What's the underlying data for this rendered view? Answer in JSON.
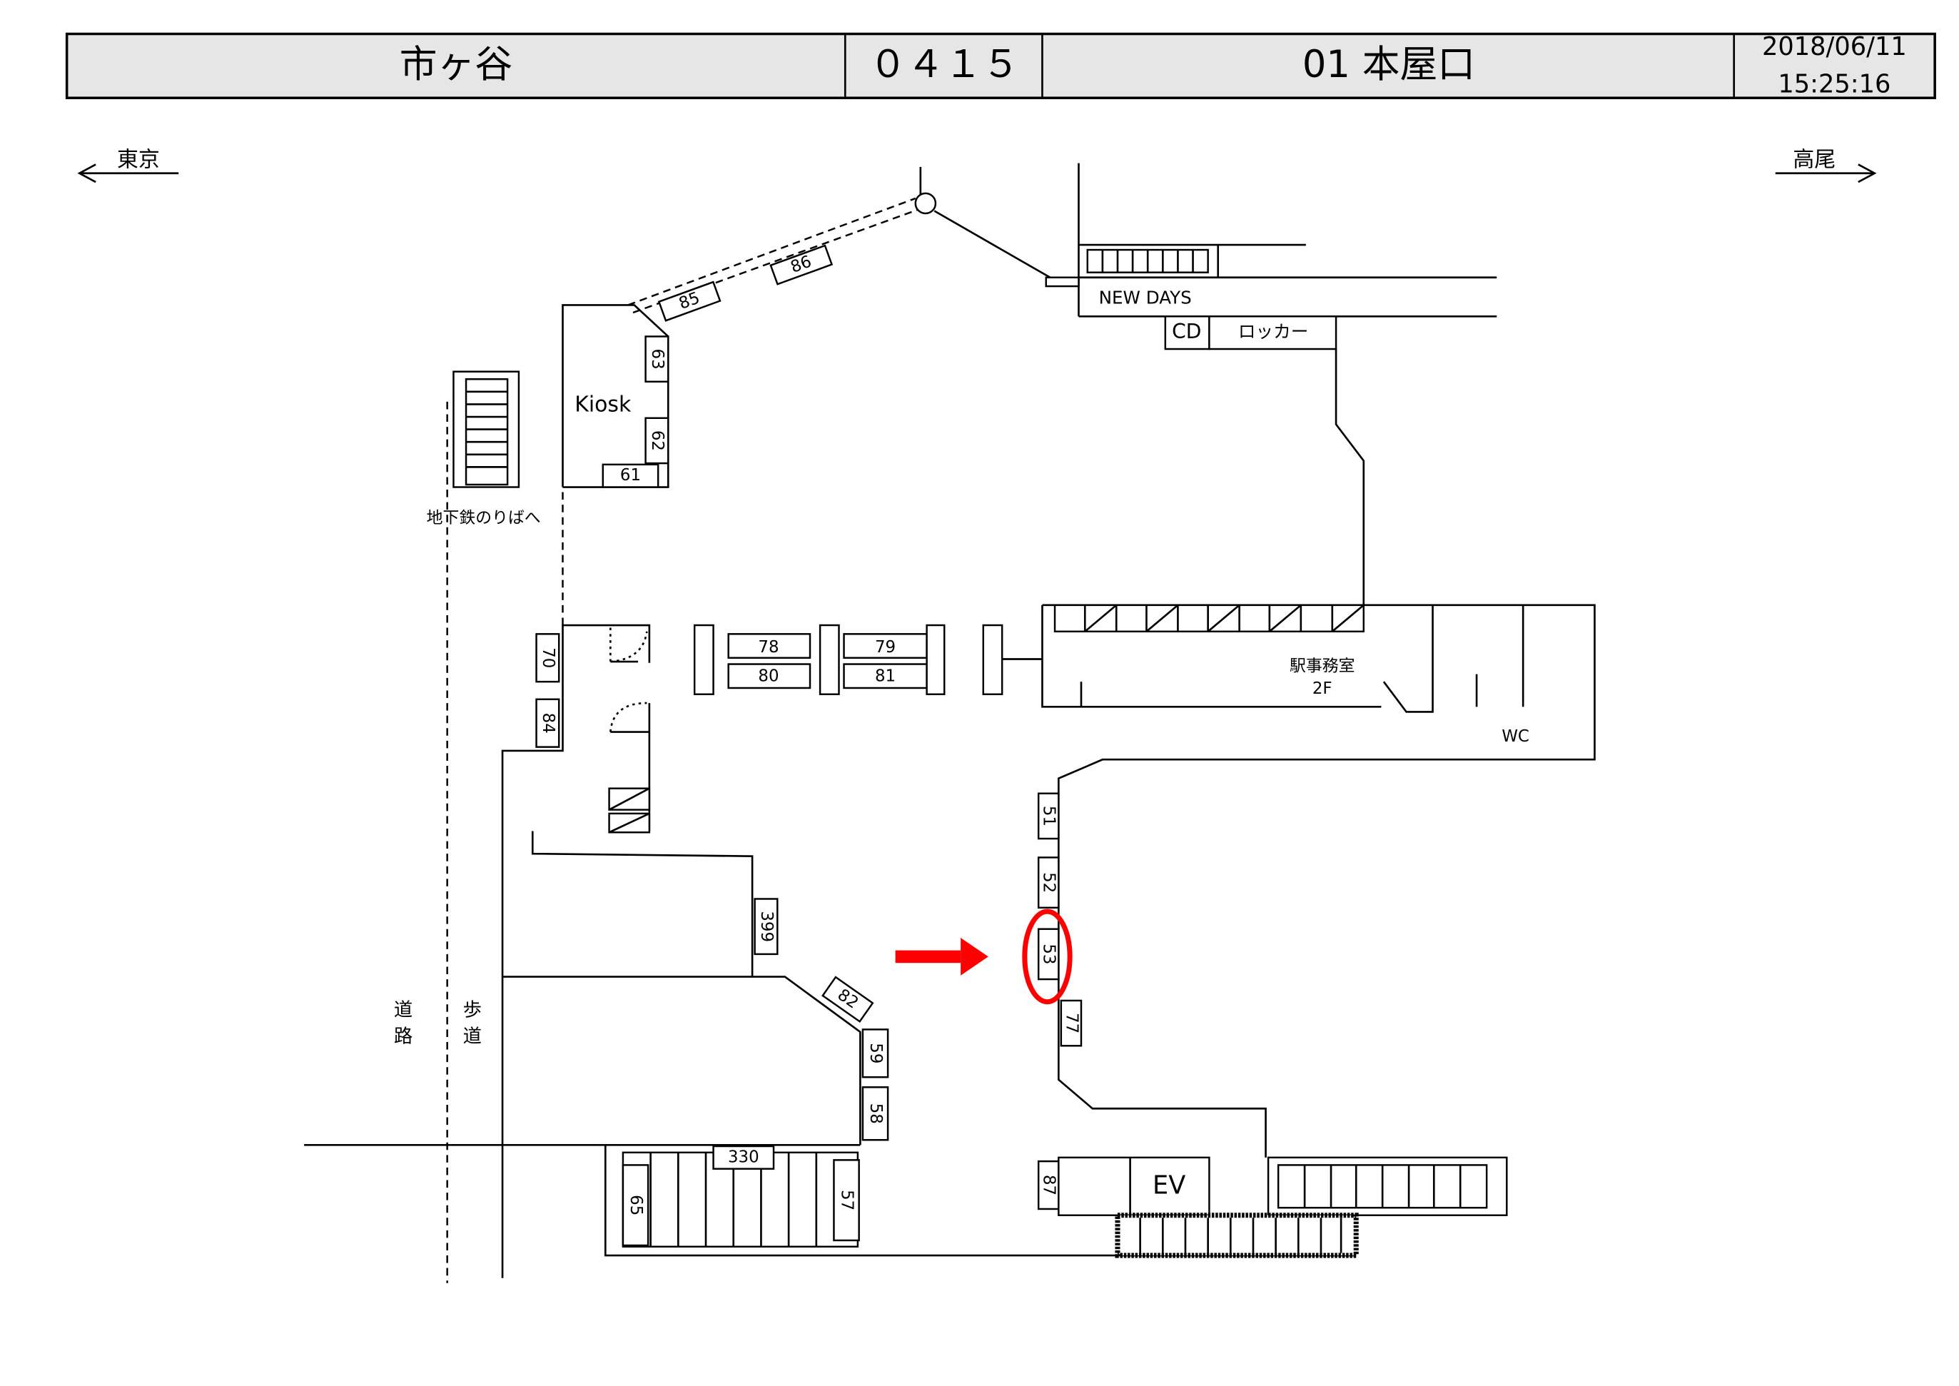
{
  "header": {
    "station": "市ヶ谷",
    "code": "０４１５",
    "exit": "01 本屋口",
    "date": "2018/06/11",
    "time": "15:25:16"
  },
  "directions": {
    "left": "東京",
    "right": "高尾"
  },
  "labels": {
    "kiosk": "Kiosk",
    "newdays": "NEW DAYS",
    "cd": "CD",
    "locker": "ロッカー",
    "subway": "地下鉄のりばへ",
    "office": "駅事務室",
    "office_floor": "2F",
    "wc": "WC",
    "ev": "EV",
    "road": [
      "道",
      "路"
    ],
    "sidewalk": [
      "歩",
      "道"
    ]
  },
  "boards": {
    "b85": "85",
    "b86": "86",
    "b63": "63",
    "b62": "62",
    "b61": "61",
    "b70": "70",
    "b84": "84",
    "b78": "78",
    "b80": "80",
    "b79": "79",
    "b81": "81",
    "b51": "51",
    "b52": "52",
    "b53": "53",
    "b77": "77",
    "b399": "399",
    "b82": "82",
    "b59": "59",
    "b58": "58",
    "b330": "330",
    "b65": "65",
    "b57": "57",
    "b87": "87"
  },
  "highlight": {
    "target": "53",
    "color": "#ff0000"
  }
}
